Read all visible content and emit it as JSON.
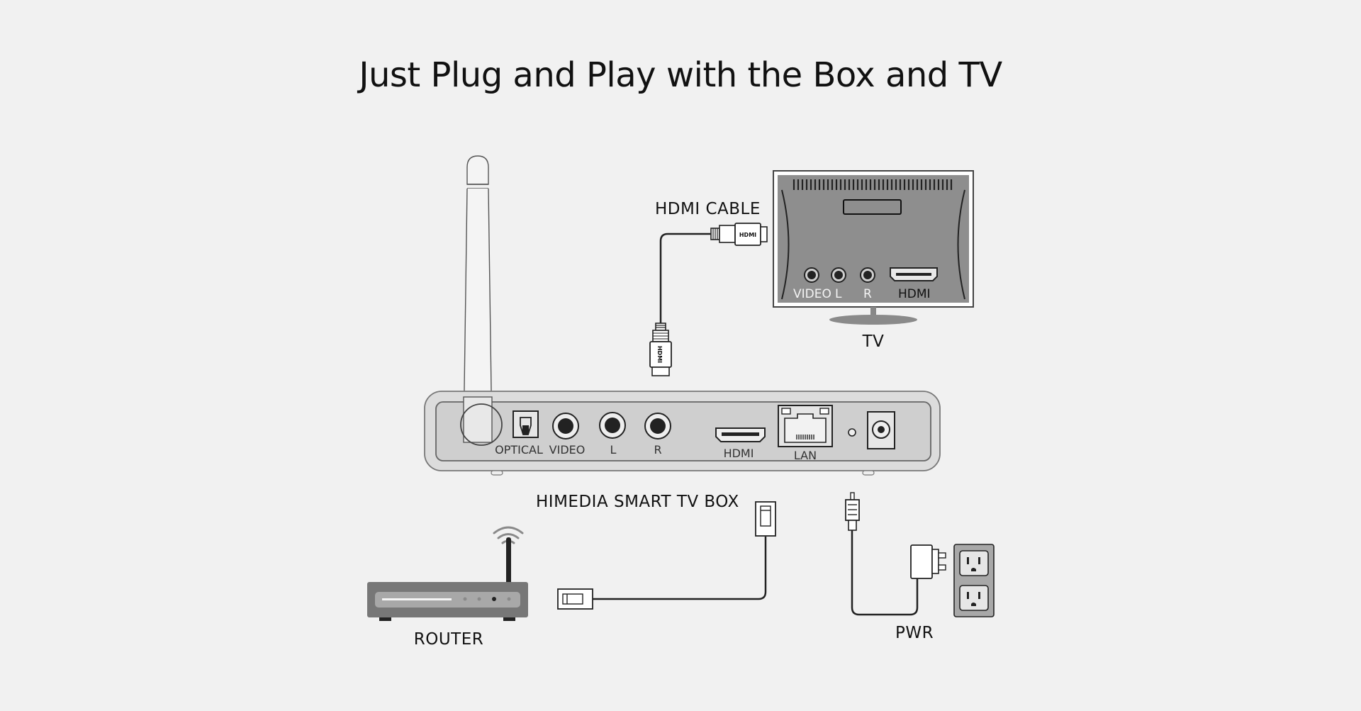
{
  "title": "Just Plug and Play with the Box and TV",
  "labels": {
    "hdmi_cable": "HDMI CABLE",
    "tv": "TV",
    "box": "HIMEDIA SMART TV BOX",
    "router": "ROUTER",
    "pwr": "PWR"
  },
  "tv_ports": {
    "video": "VIDEO",
    "l": "L",
    "r": "R",
    "hdmi": "HDMI"
  },
  "box_ports": {
    "optical": "OPTICAL",
    "video": "VIDEO",
    "l": "L",
    "r": "R",
    "hdmi": "HDMI",
    "lan": "LAN"
  },
  "plug_text": {
    "hdmi_top": "HDMI",
    "hdmi_bottom": "HDMI"
  },
  "colors": {
    "background": "#f1f1f1",
    "tv_screen": "#8e8e8e",
    "box_fill": "#dcdcdc",
    "router_body": "#777777",
    "line": "#222222"
  }
}
